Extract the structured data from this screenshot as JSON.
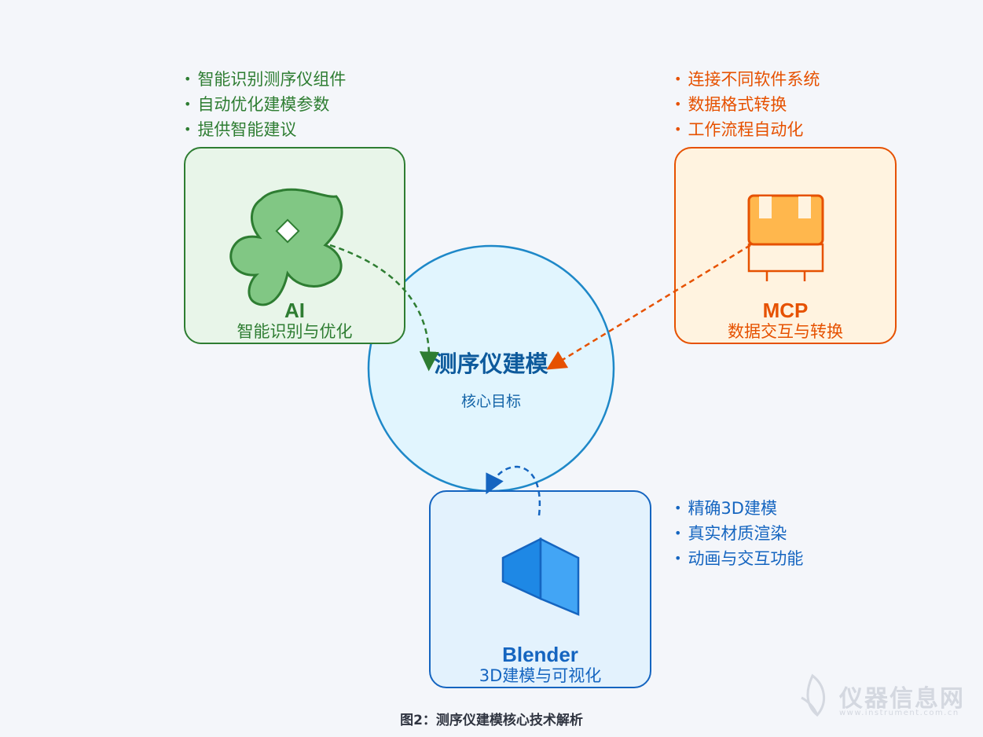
{
  "center": {
    "title": "测序仪建模",
    "subtitle": "核心目标"
  },
  "ai": {
    "title": "AI",
    "subtitle": "智能识别与优化",
    "bullets": [
      "智能识别测序仪组件",
      "自动优化建模参数",
      "提供智能建议"
    ]
  },
  "mcp": {
    "title": "MCP",
    "subtitle": "数据交互与转换",
    "bullets": [
      "连接不同软件系统",
      "数据格式转换",
      "工作流程自动化"
    ]
  },
  "blender": {
    "title": "Blender",
    "subtitle": "3D建模与可视化",
    "bullets": [
      "精确3D建模",
      "真实材质渲染",
      "动画与交互功能"
    ]
  },
  "caption": "图2：测序仪建模核心技术解析",
  "watermark": {
    "text": "仪器信息网",
    "sub": "www.instrument.com.cn"
  },
  "colors": {
    "ai": "#2e7d32",
    "ai_bg": "#e8f5e9",
    "ai_fill": "#81c784",
    "mcp": "#e65100",
    "mcp_bg": "#fff3e0",
    "mcp_fill": "#ffb74d",
    "blender": "#1565c0",
    "blender_bg": "#e3f2fd",
    "blender_fill": "#2196f3",
    "center": "#0277bd",
    "center_bg": "#e1f5fe"
  }
}
